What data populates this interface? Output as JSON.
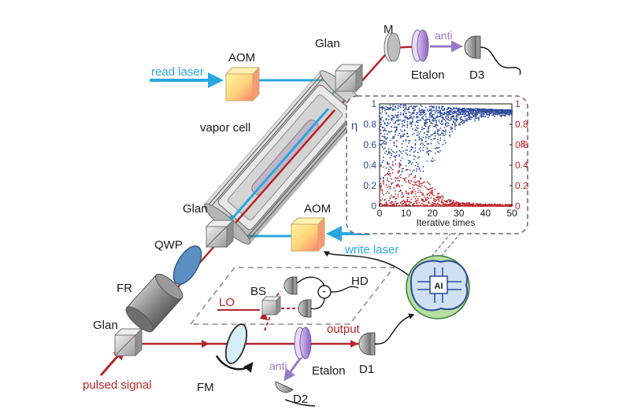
{
  "labels": {
    "read_laser": "read laser",
    "aom_top": "AOM",
    "glan_top": "Glan",
    "mirror": "M",
    "anti_top": "anti",
    "etalon_top": "Etalon",
    "d3": "D3",
    "vapor_cell": "vapor cell",
    "glan_mid": "Glan",
    "aom_mid": "AOM",
    "write_laser": "write laser",
    "qwp": "QWP",
    "fr": "FR",
    "bs": "BS",
    "hd": "HD",
    "lo": "LO",
    "minus": "-",
    "glan_bottom": "Glan",
    "output": "output",
    "d1": "D1",
    "fm": "FM",
    "etalon_bottom": "Etalon",
    "anti_bottom": "anti",
    "d2": "D2",
    "pulsed_signal": "pulsed signal",
    "ai": "AI"
  },
  "colors": {
    "signal_red": "#b3262b",
    "laser_blue": "#2aa7df",
    "anti_purple": "#9a7ac7",
    "eta_blue": "#2b4a9a",
    "eps_red": "#c0262b",
    "ai_green": "#7fbf5a"
  },
  "chart_data": {
    "type": "scatter",
    "xlabel": "Iterative times",
    "ylabel_left": "η",
    "ylabel_right": "ε",
    "xlim": [
      0,
      50
    ],
    "ylim": [
      0,
      1
    ],
    "xticks": [
      "0",
      "10",
      "20",
      "30",
      "40",
      "50"
    ],
    "yticks_left": [
      "0",
      "0.2",
      "0.4",
      "0.6",
      "0.8",
      "1"
    ],
    "yticks_right": [
      "0",
      "0.2",
      "0.4",
      "0.6",
      "0.8",
      "1"
    ],
    "grid": false,
    "series": [
      {
        "name": "η",
        "color": "#2b4a9a",
        "upper_envelope": [
          [
            0,
            1.0
          ],
          [
            5,
            1.0
          ],
          [
            10,
            1.0
          ],
          [
            15,
            0.99
          ],
          [
            20,
            0.98
          ],
          [
            30,
            0.96
          ],
          [
            40,
            0.95
          ],
          [
            50,
            0.94
          ]
        ],
        "lower_envelope": [
          [
            0,
            0.0
          ],
          [
            5,
            0.0
          ],
          [
            10,
            0.05
          ],
          [
            15,
            0.15
          ],
          [
            20,
            0.3
          ],
          [
            25,
            0.6
          ],
          [
            30,
            0.78
          ],
          [
            40,
            0.86
          ],
          [
            50,
            0.88
          ]
        ]
      },
      {
        "name": "ε",
        "color": "#c0262b",
        "upper_envelope": [
          [
            0,
            0.45
          ],
          [
            5,
            0.45
          ],
          [
            10,
            0.4
          ],
          [
            15,
            0.3
          ],
          [
            20,
            0.2
          ],
          [
            25,
            0.08
          ],
          [
            30,
            0.04
          ],
          [
            40,
            0.02
          ],
          [
            50,
            0.02
          ]
        ],
        "lower_envelope": [
          [
            0,
            0.0
          ],
          [
            50,
            0.0
          ]
        ]
      }
    ]
  }
}
